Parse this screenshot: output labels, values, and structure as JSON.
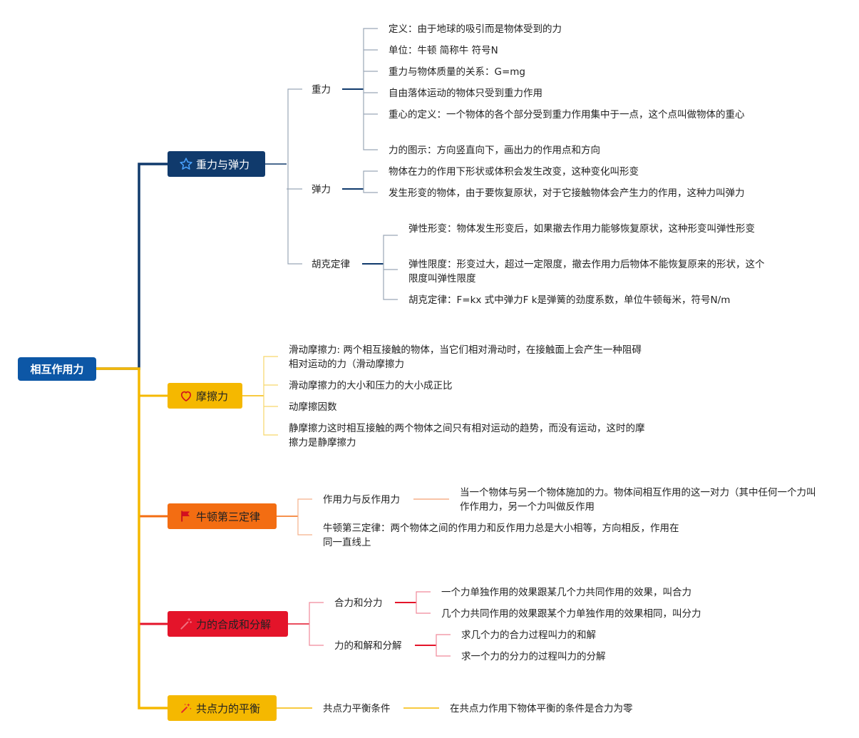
{
  "colors": {
    "blue_dark": "#103a6c",
    "blue_root": "#0d57a6",
    "amber": "#f5b800",
    "orange": "#f36d12",
    "red": "#e4142a",
    "gray_line": "#9aa7b6"
  },
  "root": {
    "label": "相互作用力"
  },
  "branches": [
    {
      "label": "重力与弹力",
      "icon": "star-icon",
      "subs": [
        {
          "label": "重力",
          "items": [
            "定义：由于地球的吸引而是物体受到的力",
            "单位：牛顿 简称牛 符号N",
            "重力与物体质量的关系：G=mg",
            "自由落体运动的物体只受到重力作用",
            "重心的定义：一个物体的各个部分受到重力作用集中于一点，这个点叫做物体的重心",
            "力的图示：方向竖直向下，画出力的作用点和方向"
          ]
        },
        {
          "label": "弹力",
          "items": [
            "物体在力的作用下形状或体积会发生改变，这种变化叫形变",
            "发生形变的物体，由于要恢复原状，对于它接触物体会产生力的作用，这种力叫弹力"
          ]
        },
        {
          "label": "胡克定律",
          "items": [
            "弹性形变：物体发生形变后，如果撤去作用力能够恢复原状，这种形变叫弹性形变",
            "弹性限度：形变过大，超过一定限度，撤去作用力后物体不能恢复原来的形状，这个限度叫弹性限度",
            "胡克定律：F=kx 式中弹力F k是弹簧的劲度系数，单位牛顿每米，符号N/m"
          ]
        }
      ]
    },
    {
      "label": "摩擦力",
      "icon": "heart-icon",
      "items": [
        "滑动摩擦力: 两个相互接触的物体，当它们相对滑动时，在接触面上会产生一种阻碍相对运动的力（滑动摩擦力",
        "滑动摩擦力的大小和压力的大小成正比",
        "动摩擦因数",
        "静摩擦力这时相互接触的两个物体之间只有相对运动的趋势，而没有运动，这时的摩擦力是静摩擦力"
      ]
    },
    {
      "label": "牛顿第三定律",
      "icon": "flag-icon",
      "subs": [
        {
          "label": "作用力与反作用力",
          "items": [
            "当一个物体与另一个物体施加的力。物体间相互作用的这一对力（其中任何一个力叫作作用力，另一个力叫做反作用"
          ]
        },
        {
          "label": "牛顿第三定律：两个物体之间的作用力和反作用力总是大小相等，方向相反，作用在同一直线上",
          "items": []
        }
      ]
    },
    {
      "label": "力的合成和分解",
      "icon": "wand-icon",
      "subs": [
        {
          "label": "合力和分力",
          "items": [
            "一个力单独作用的效果跟某几个力共同作用的效果，叫合力",
            "几个力共同作用的效果跟某个力单独作用的效果相同，叫分力"
          ]
        },
        {
          "label": "力的和解和分解",
          "items": [
            "求几个力的合力过程叫力的和解",
            "求一个力的分力的过程叫力的分解"
          ]
        }
      ]
    },
    {
      "label": "共点力的平衡",
      "icon": "sparkle-wand-icon",
      "subs": [
        {
          "label": "共点力平衡条件",
          "items": [
            "在共点力作用下物体平衡的条件是合力为零"
          ]
        }
      ]
    }
  ]
}
